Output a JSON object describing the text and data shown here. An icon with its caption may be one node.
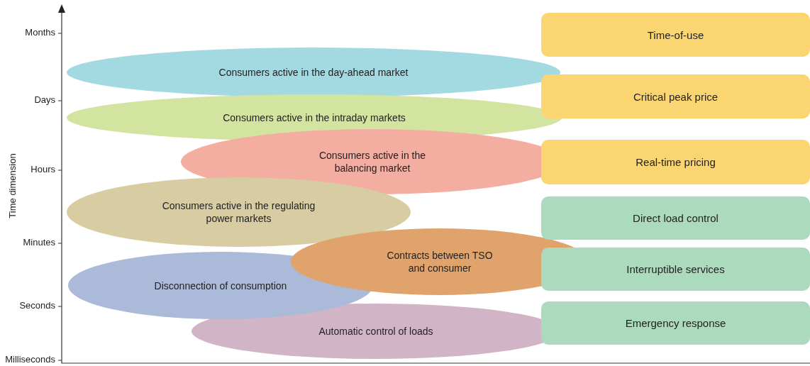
{
  "diagram": {
    "nodes": [
      {
        "text": [
          "Consumers active in the day-ahead market"
        ]
      },
      {
        "text": [
          "Consumers active in the intraday markets"
        ]
      },
      {
        "text": [
          "Consumers active in the balancing market"
        ]
      },
      {
        "text": [
          "Consumers active in the regulating power markets"
        ]
      },
      {
        "text": [
          "Disconnection of consumption"
        ]
      },
      {
        "text": [
          "Contracts between TSO and consumer"
        ]
      },
      {
        "text": [
          "Automatic control of loads"
        ]
      },
      {
        "text": [
          "Time-of-use"
        ]
      },
      {
        "text": [
          "Critical peak price"
        ]
      },
      {
        "text": [
          "Real-time pricing"
        ]
      },
      {
        "text": [
          "Direct load control"
        ]
      },
      {
        "text": [
          "Interruptible services"
        ]
      },
      {
        "text": [
          "Emergency response"
        ]
      }
    ],
    "edges": [],
    "labels": [
      "Months",
      "Days",
      "Hours",
      "Minutes",
      "Seconds",
      "Milliseconds",
      "Time dimension"
    ]
  }
}
